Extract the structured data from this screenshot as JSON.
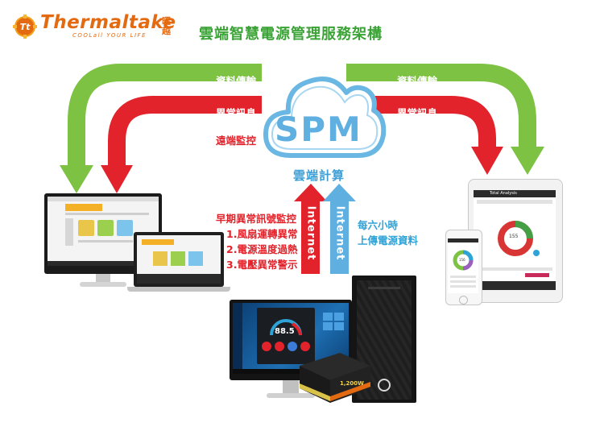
{
  "brand": {
    "logo_icon_text": "Tt",
    "name": "Thermaltake",
    "tagline": "COOLall YOUR LIFE",
    "chinese_name": "曜越"
  },
  "title": "雲端智慧電源管理服務架構",
  "cloud": {
    "label": "SPM",
    "caption": "雲端計算"
  },
  "left_arrows": {
    "green": "資料傳輸",
    "red": "異常訊息",
    "remote": "遠端監控"
  },
  "right_arrows": {
    "green": "資料傳輸",
    "red": "異常訊息"
  },
  "alerts": {
    "heading": "早期異常訊號監控",
    "items": [
      "1.風扇運轉異常",
      "2.電源溫度過熱",
      "3.電壓異常警示"
    ]
  },
  "upload": {
    "line1": "每六小時",
    "line2": "上傳電源資料"
  },
  "internet_up": "Internet",
  "internet_down": "Internet",
  "monitor_reading": "88.5",
  "psu_label": "1,200W",
  "tablet": {
    "title": "Total Analysis",
    "value": "155"
  },
  "phone": {
    "value": "156"
  },
  "colors": {
    "green": "#7dc242",
    "red": "#e2232b",
    "blue": "#5fb0e0",
    "orange": "#e46a12"
  }
}
